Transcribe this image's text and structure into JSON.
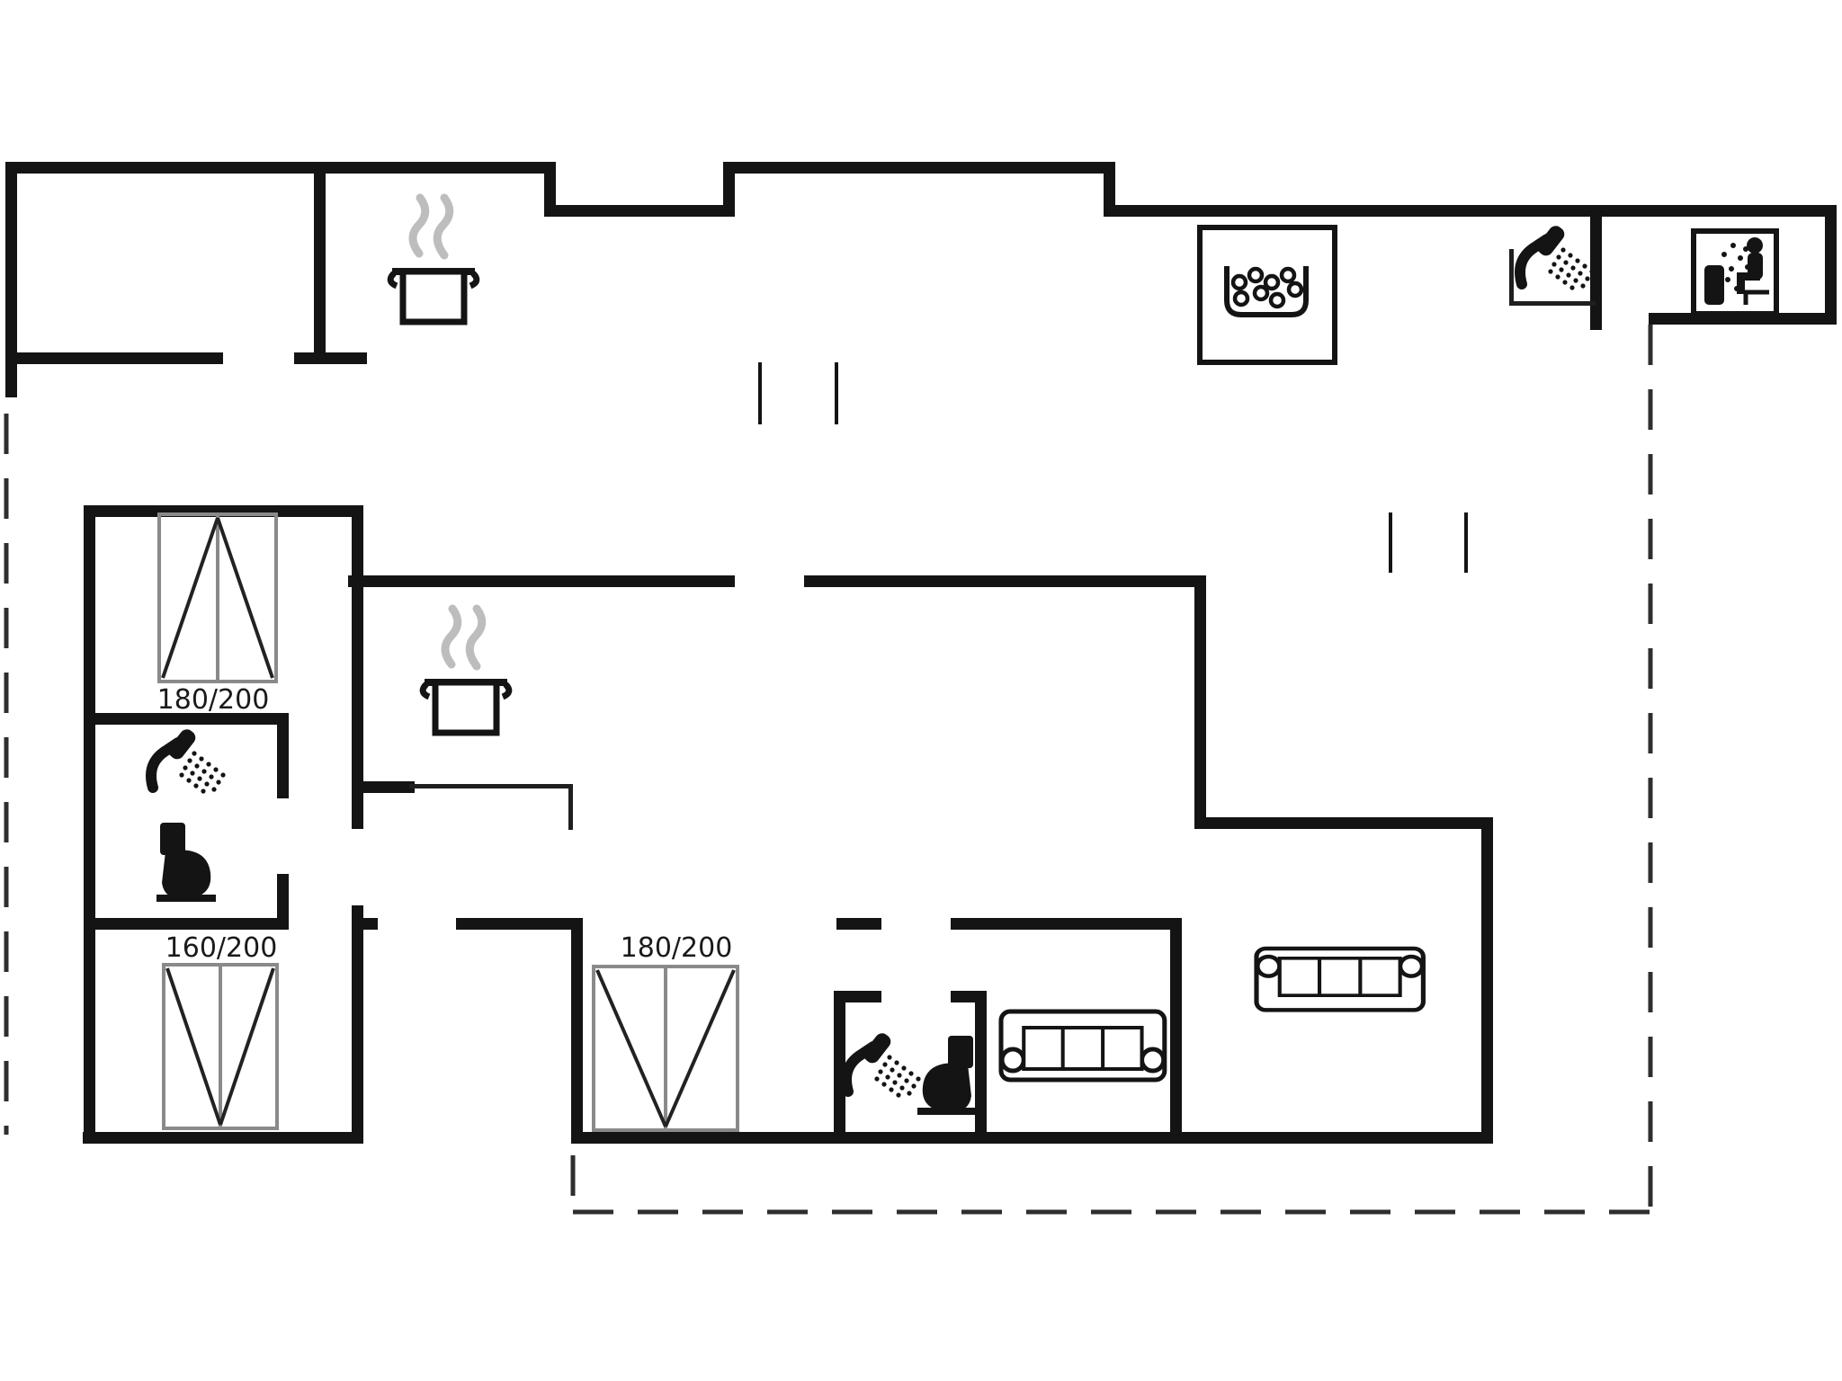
{
  "document": {
    "type": "floor-plan",
    "title": "holiday-house floor plan",
    "background": "#ffffff"
  },
  "colors": {
    "wall": "#141414",
    "thin_partition": "#1f1f1f",
    "bed_frame": "#8a8a8a",
    "steam": "#bdbdbd",
    "dashed_boundary": "#2e2e2e",
    "text": "#1a1a1a"
  },
  "beds": [
    {
      "id": "bed-top-left",
      "label": "180/200"
    },
    {
      "id": "bed-bottom-left",
      "label": "160/200"
    },
    {
      "id": "bed-bottom-middle",
      "label": "180/200"
    }
  ],
  "icons": [
    "cooking-pot-icon (kitchen upper)",
    "cooking-pot-icon (kitchen lower)",
    "whirlpool-tub-icon",
    "shower-icon (top-right bath)",
    "sauna-icon",
    "shower-icon (left bath)",
    "toilet-icon (left bath)",
    "shower-icon (bottom bath)",
    "toilet-icon (bottom bath)",
    "sofa-icon (lounge)",
    "sofa-icon (living room)"
  ],
  "boundaries": {
    "terrace_style": "dashed",
    "wall_style": "solid"
  }
}
